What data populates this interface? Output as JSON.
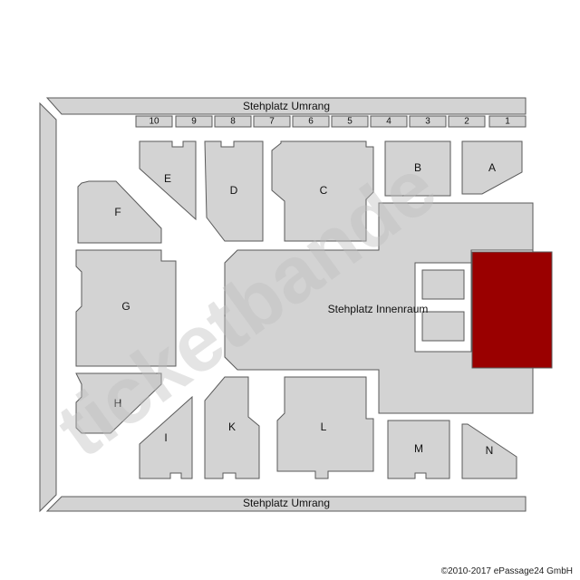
{
  "labels": {
    "umrang_top": "Stehplatz Umrang",
    "umrang_bottom": "Stehplatz Umrang",
    "innenraum": "Stehplatz Innenraum",
    "A": "A",
    "B": "B",
    "C": "C",
    "D": "D",
    "E": "E",
    "F": "F",
    "G": "G",
    "H": "H",
    "I": "I",
    "K": "K",
    "L": "L",
    "M": "M",
    "N": "N"
  },
  "top_rows": [
    "10",
    "9",
    "8",
    "7",
    "6",
    "5",
    "4",
    "3",
    "2",
    "1"
  ],
  "watermark": "ticketbande",
  "copyright": "©2010-2017 ePassage24 GmbH",
  "colors": {
    "block": "#d3d3d3",
    "outline": "#5a5a5a",
    "highlight": "#9a0000",
    "watermark": "#bfbfbf"
  }
}
